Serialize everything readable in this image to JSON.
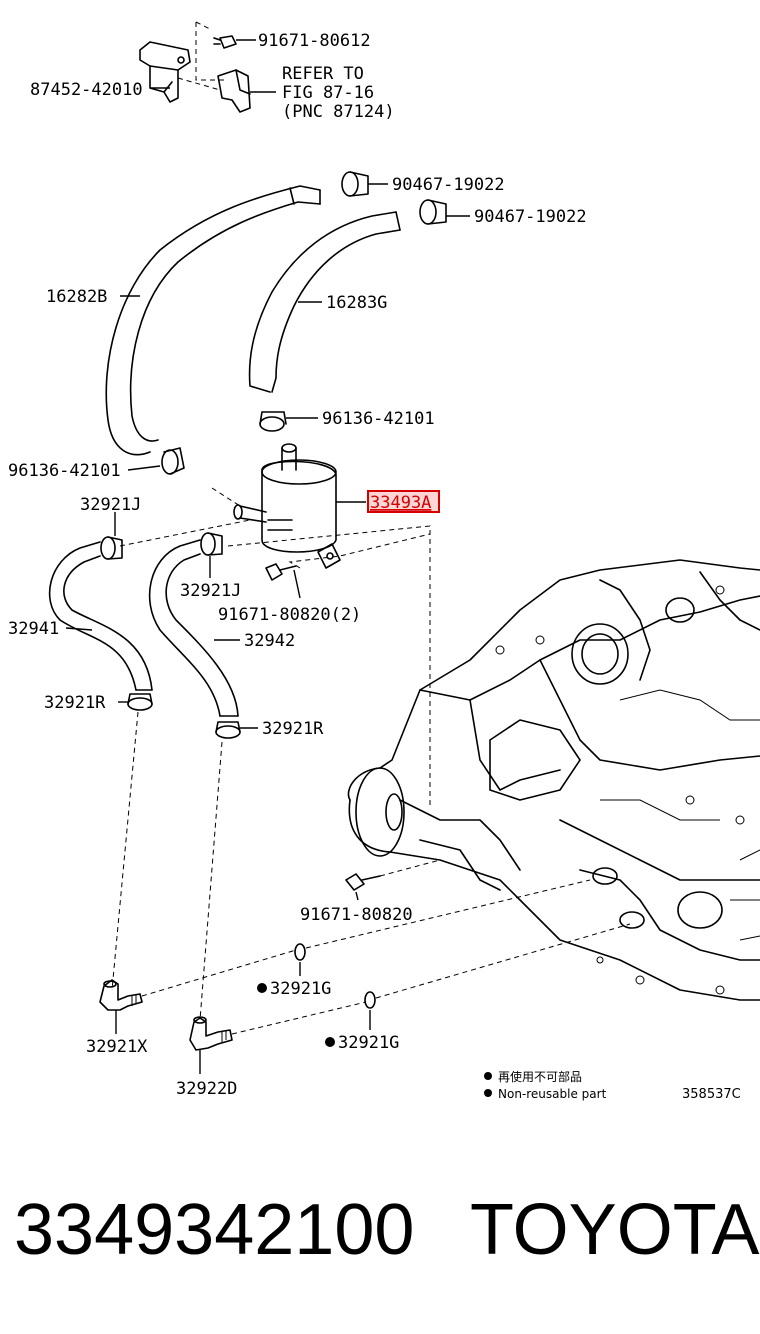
{
  "labels": {
    "p91671_80612": "91671-80612",
    "p87452": "87452-42010",
    "refer1": "REFER TO",
    "refer2": "FIG 87-16",
    "refer3": "(PNC 87124)",
    "p90467_a": "90467-19022",
    "p90467_b": "90467-19022",
    "p16282B": "16282B",
    "p16283G": "16283G",
    "p96136_a": "96136-42101",
    "p96136_b": "96136-42101",
    "p33493A": "33493A",
    "p32921J_a": "32921J",
    "p32921J_b": "32921J",
    "p91671_80820_2": "91671-80820(2)",
    "p32941": "32941",
    "p32942": "32942",
    "p32921R_a": "32921R",
    "p32921R_b": "32921R",
    "p91671_80820": "91671-80820",
    "p32921G_a": "32921G",
    "p32921G_b": "32921G",
    "p32921X": "32921X",
    "p32922D": "32922D",
    "note_cn": "再使用不可部品",
    "note_en": "Non-reusable part",
    "fig_code": "358537C"
  },
  "highlight_color": "#d40000",
  "footer": {
    "part_number": "3349342100",
    "brand": "TOYOTA"
  }
}
